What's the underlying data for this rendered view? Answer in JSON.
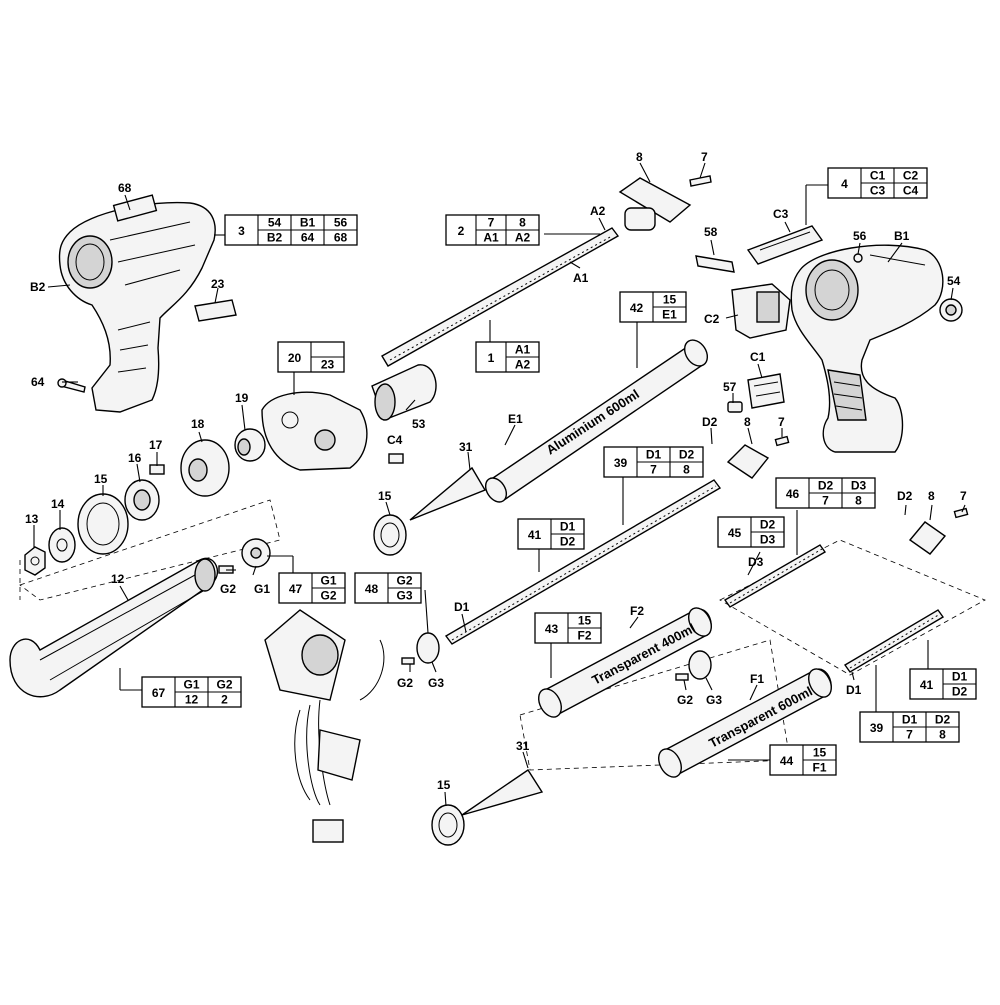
{
  "tables": [
    {
      "id": "t3",
      "rows": [
        [
          "3",
          "54",
          "B1",
          "56"
        ],
        [
          "",
          "B2",
          "64",
          "68"
        ]
      ]
    },
    {
      "id": "t2",
      "rows": [
        [
          "2",
          "7",
          "8"
        ],
        [
          "",
          "A1",
          "A2"
        ]
      ]
    },
    {
      "id": "t4",
      "rows": [
        [
          "4",
          "C1",
          "C2"
        ],
        [
          "",
          "C3",
          "C4"
        ]
      ]
    },
    {
      "id": "t1",
      "rows": [
        [
          "1",
          "A1"
        ],
        [
          "",
          "A2"
        ]
      ]
    },
    {
      "id": "t42",
      "rows": [
        [
          "42",
          "15"
        ],
        [
          "",
          "E1"
        ]
      ]
    },
    {
      "id": "t20",
      "rows": [
        [
          "20",
          ""
        ],
        [
          "",
          "23"
        ]
      ]
    },
    {
      "id": "t39a",
      "rows": [
        [
          "39",
          "D1",
          "D2"
        ],
        [
          "",
          "7",
          "8"
        ]
      ]
    },
    {
      "id": "t46",
      "rows": [
        [
          "46",
          "D2",
          "D3"
        ],
        [
          "",
          "7",
          "8"
        ]
      ]
    },
    {
      "id": "t41a",
      "rows": [
        [
          "41",
          "D1"
        ],
        [
          "",
          "D2"
        ]
      ]
    },
    {
      "id": "t45",
      "rows": [
        [
          "45",
          "D2"
        ],
        [
          "",
          "D3"
        ]
      ]
    },
    {
      "id": "t47",
      "rows": [
        [
          "47",
          "G1"
        ],
        [
          "",
          "G2"
        ]
      ]
    },
    {
      "id": "t48",
      "rows": [
        [
          "48",
          "G2"
        ],
        [
          "",
          "G3"
        ]
      ]
    },
    {
      "id": "t43",
      "rows": [
        [
          "43",
          "15"
        ],
        [
          "",
          "F2"
        ]
      ]
    },
    {
      "id": "t67",
      "rows": [
        [
          "67",
          "G1",
          "G2"
        ],
        [
          "",
          "12",
          "2"
        ]
      ]
    },
    {
      "id": "t41b",
      "rows": [
        [
          "41",
          "D1"
        ],
        [
          "",
          "D2"
        ]
      ]
    },
    {
      "id": "t39b",
      "rows": [
        [
          "39",
          "D1",
          "D2"
        ],
        [
          "",
          "7",
          "8"
        ]
      ]
    },
    {
      "id": "t44",
      "rows": [
        [
          "44",
          "15"
        ],
        [
          "",
          "F1"
        ]
      ]
    }
  ],
  "callouts": {
    "c68": "68",
    "cB2": "B2",
    "c23a": "23",
    "c64": "64",
    "c8a": "8",
    "c7a": "7",
    "cA2": "A2",
    "cA1": "A1",
    "c58": "58",
    "cC3": "C3",
    "c56": "56",
    "cB1": "B1",
    "c54": "54",
    "cC2": "C2",
    "cC1": "C1",
    "c57": "57",
    "c18": "18",
    "c19": "19",
    "c53": "53",
    "cC4": "C4",
    "c17": "17",
    "c16": "16",
    "c15a": "15",
    "c14": "14",
    "c13": "13",
    "c12": "12",
    "cG2a": "G2",
    "cG1": "G1",
    "cE1": "E1",
    "c31a": "31",
    "c15b": "15",
    "cD2a": "D2",
    "c8b": "8",
    "c7b": "7",
    "cD2b": "D2",
    "c8c": "8",
    "c7c": "7",
    "cD3": "D3",
    "cD1a": "D1",
    "cF2": "F2",
    "cG2b": "G2",
    "cG3a": "G3",
    "cG2c": "G2",
    "cG3b": "G3",
    "cF1": "F1",
    "cD1b": "D1",
    "c31b": "31",
    "c15c": "15"
  },
  "tube_labels": {
    "aluminium": "Aluminium 600ml",
    "transparent400": "Transparent 400ml",
    "transparent600": "Transparent 600ml"
  }
}
